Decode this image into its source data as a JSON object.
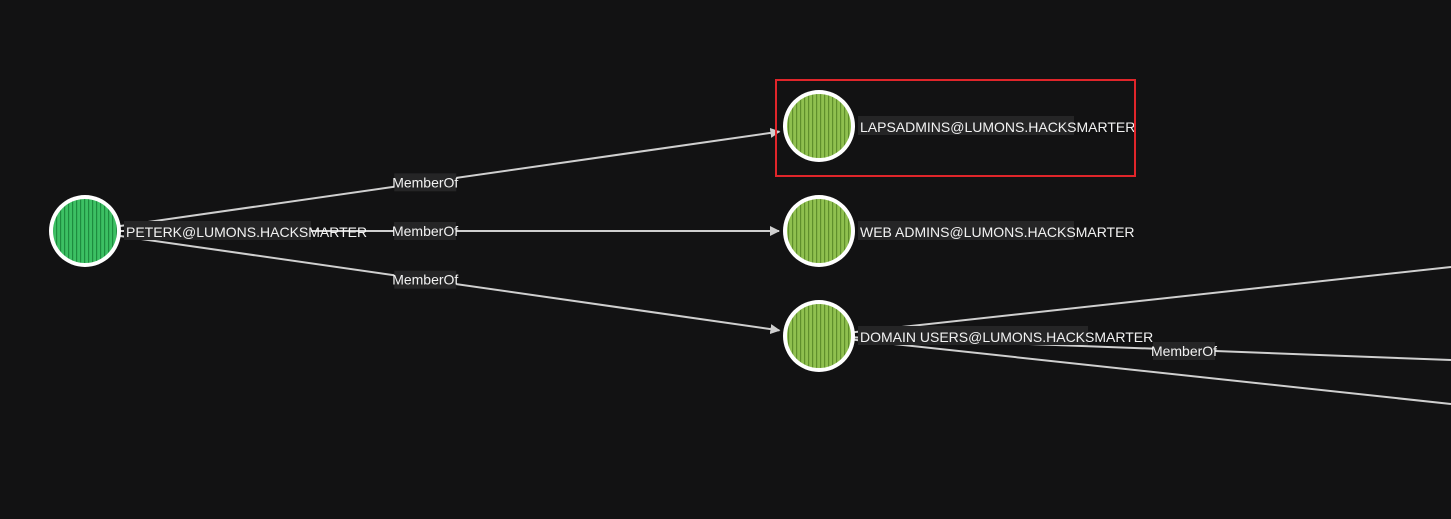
{
  "graph": {
    "nodes": [
      {
        "id": "peterk",
        "label": "PETERK@LUMONS.HACKSMARTER",
        "kind": "user",
        "color": "#3cc063",
        "stripe": "#1e8c3f",
        "name": "user-node-peterk",
        "highlighted": false
      },
      {
        "id": "lapsadmins",
        "label": "LAPSADMINS@LUMONS.HACKSMARTER",
        "kind": "group",
        "color": "#8fc04f",
        "stripe": "#5f8f2c",
        "name": "group-node-lapsadmins",
        "highlighted": true
      },
      {
        "id": "webadmins",
        "label": "WEB ADMINS@LUMONS.HACKSMARTER",
        "kind": "group",
        "color": "#8fc04f",
        "stripe": "#5f8f2c",
        "name": "group-node-web-admins",
        "highlighted": false
      },
      {
        "id": "domainusers",
        "label": "DOMAIN USERS@LUMONS.HACKSMARTER",
        "kind": "group",
        "color": "#8fc04f",
        "stripe": "#5f8f2c",
        "name": "group-node-domain-users",
        "highlighted": false
      }
    ],
    "edges": [
      {
        "from": "peterk",
        "to": "lapsadmins",
        "label": "MemberOf"
      },
      {
        "from": "peterk",
        "to": "webadmins",
        "label": "MemberOf"
      },
      {
        "from": "peterk",
        "to": "domainusers",
        "label": "MemberOf"
      },
      {
        "from": "domainusers",
        "to": "offscreen-1",
        "label": ""
      },
      {
        "from": "domainusers",
        "to": "offscreen-2",
        "label": "MemberOf"
      },
      {
        "from": "domainusers",
        "to": "offscreen-3",
        "label": ""
      }
    ],
    "colors": {
      "background": "#121213",
      "edge": "#cfcfcf",
      "label_text": "#f2f2f2",
      "label_background": "#252526",
      "highlight_border": "#e0252a",
      "node_ring": "#ffffff"
    }
  }
}
